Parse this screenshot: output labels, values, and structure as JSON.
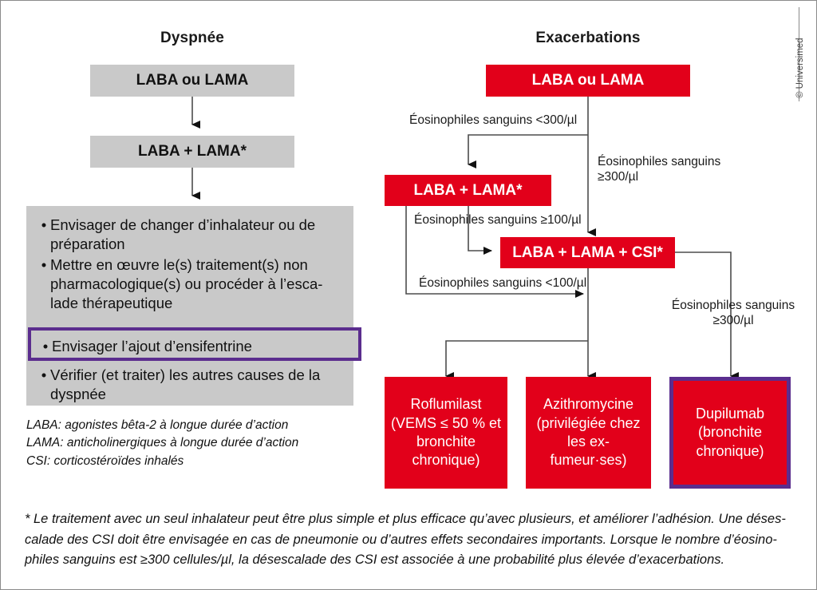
{
  "figure": {
    "columns": {
      "left_title": "Dyspnée",
      "right_title": "Exacerbations"
    },
    "copyright": "© Universimed",
    "colors": {
      "red": "#e2001a",
      "gray": "#c9c9c9",
      "purple": "#5b2d8e",
      "line": "#4d4d4d",
      "text": "#111111"
    }
  },
  "left_branch": {
    "step1": "LABA ou LAMA",
    "step2": "LABA + LAMA*",
    "bullets": [
      "Envisager de changer d’inhalateur ou de préparation",
      "Mettre en œuvre le(s) traitement(s) non pharmacologique(s) ou procéder à l’esca-lade thérapeutique",
      "Envisager l’ajout d’ensifentrine",
      "Vérifier (et traiter) les autres causes de la dyspnée"
    ],
    "highlighted_bullet_index": 2,
    "legend": [
      "LABA: agonistes bêta-2 à longue durée d’action",
      "LAMA: anticholinergiques à longue durée d’action",
      "CSI: corticostéroïdes inhalés"
    ]
  },
  "right_branch": {
    "nodes": {
      "start": "LABA ou LAMA",
      "dual": "LABA + LAMA*",
      "triple": "LABA + LAMA + CSI*",
      "roflumilast": "Roflumilast\n(VEMS ≤ 50 % et\nbronchite\nchronique)",
      "azithromycine": "Azithromycine\n(privilégiée chez\nles ex-fumeur·ses)",
      "dupilumab": "Dupilumab\n(bronchite\nchronique)"
    },
    "node_lines": {
      "roflumilast": [
        "Roflumilast",
        "(VEMS ≤ 50 % et",
        "bronchite",
        "chronique)"
      ],
      "azithromycine": [
        "Azithromycine",
        "(privilégiée chez",
        "les ex-fumeur·ses)"
      ],
      "dupilumab": [
        "Dupilumab",
        "(bronchite",
        "chronique)"
      ]
    },
    "edges": {
      "eos_lt_300": "Éosinophiles sanguins <300/µl",
      "eos_ge_300_a": [
        "Éosinophiles sanguins",
        "≥300/µl"
      ],
      "eos_ge_100": "Éosinophiles sanguins ≥100/µl",
      "eos_lt_100": "Éosinophiles sanguins <100/µl",
      "eos_ge_300_b": [
        "Éosinophiles sanguins",
        "≥300/µl"
      ]
    },
    "dupilumab_highlighted": true
  },
  "footnote": {
    "lines": [
      "* Le traitement avec un seul inhalateur peut être plus simple et plus efficace qu’avec plusieurs, et améliorer l’adhésion. Une déses-",
      "calade des CSI doit être envisagée en cas de pneumonie ou d’autres effets secondaires importants. Lorsque le nombre d’éosino-",
      "philes sanguins est ≥300 cellules/µl, la désescalade des CSI est associée à une probabilité plus élevée d’exacerbations."
    ]
  }
}
